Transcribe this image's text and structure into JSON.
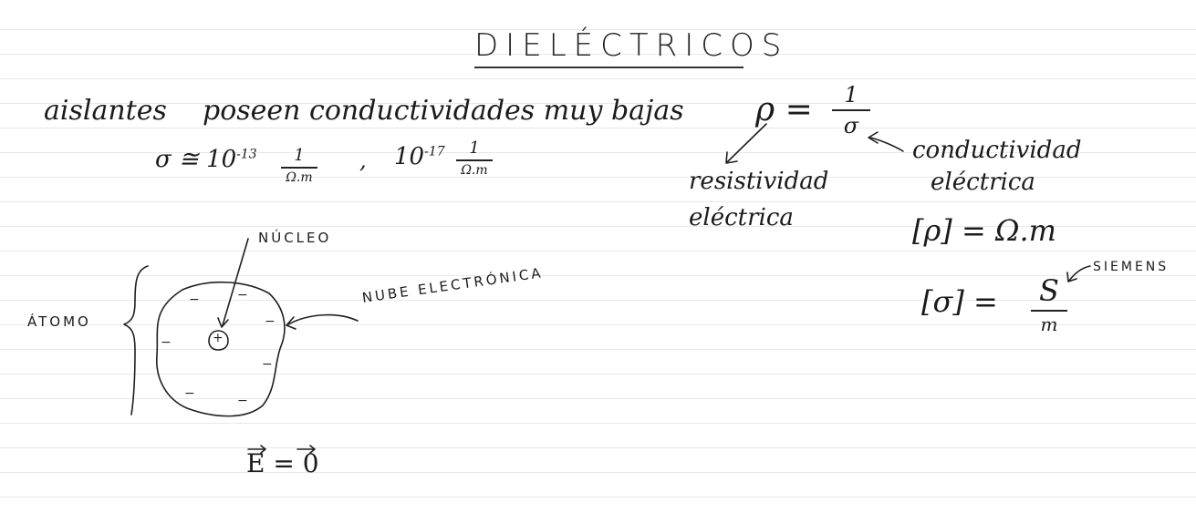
{
  "title": "DIELÉCTRICOS",
  "line1": {
    "aislantes": "aislantes",
    "poseen": "poseen conductividades muy bajas"
  },
  "sigma_line": {
    "lhs": "σ ≅ 10",
    "exp1": "-13",
    "frac1_num": "1",
    "frac1_den": "Ω.m",
    "sep": ",",
    "base2": "10",
    "exp2": "-17",
    "frac2_num": "1",
    "frac2_den": "Ω.m"
  },
  "rho_formula": {
    "lhs": "ρ =",
    "num": "1",
    "den": "σ"
  },
  "labels": {
    "resistividad": "resistividad",
    "resistividad_2": "eléctrica",
    "conductividad": "conductividad",
    "conductividad_2": "eléctrica"
  },
  "units": {
    "rho_unit": "[ρ] = Ω.m",
    "sigma_lhs": "[σ] =",
    "sigma_num": "S",
    "sigma_den": "m",
    "siemens": "SIEMENS"
  },
  "atom": {
    "atomo": "ÁTOMO",
    "nucleo": "NÚCLEO",
    "nube": "NUBE ELECTRÓNICA",
    "plus": "+",
    "electron": "−"
  },
  "field": {
    "lhs": "E",
    "eq": "=",
    "rhs": "0"
  }
}
